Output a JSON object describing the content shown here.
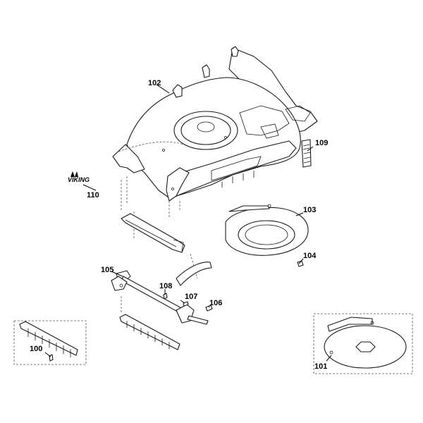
{
  "parts": {
    "p100": "100",
    "p101": "101",
    "p102": "102",
    "p103": "103",
    "p104": "104",
    "p105": "105",
    "p106": "106",
    "p107": "107",
    "p108": "108",
    "p109": "109",
    "p110": "110"
  },
  "logo": {
    "text": "VIKING"
  },
  "colors": {
    "line": "#1a1a1a",
    "background": "#ffffff"
  }
}
